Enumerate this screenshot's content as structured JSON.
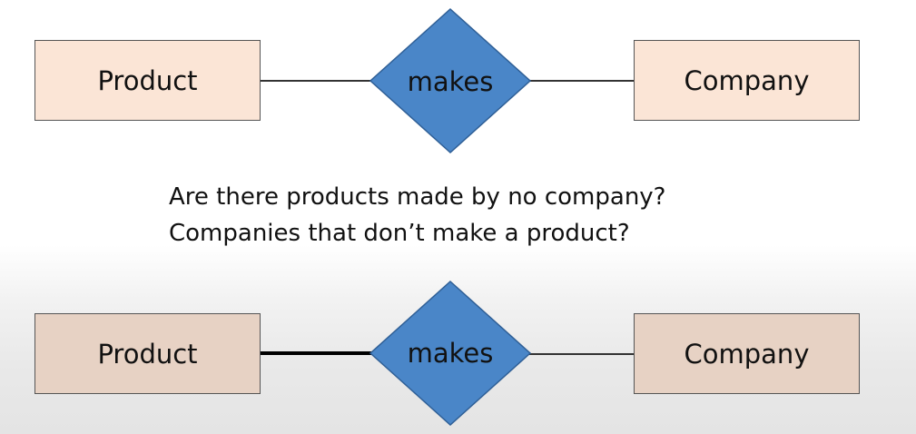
{
  "top_diagram": {
    "left_entity": "Product",
    "relationship": "makes",
    "right_entity": "Company"
  },
  "questions": {
    "line1": "Are there products made by no company?",
    "line2": "Companies that don’t make a product?"
  },
  "bottom_diagram": {
    "left_entity": "Product",
    "relationship": "makes",
    "right_entity": "Company"
  },
  "colors": {
    "entity_fill_top": "#fbe5d6",
    "entity_fill_bottom": "#e7d2c4",
    "relationship_fill": "#4a86c8",
    "relationship_stroke": "#2f5f96"
  }
}
